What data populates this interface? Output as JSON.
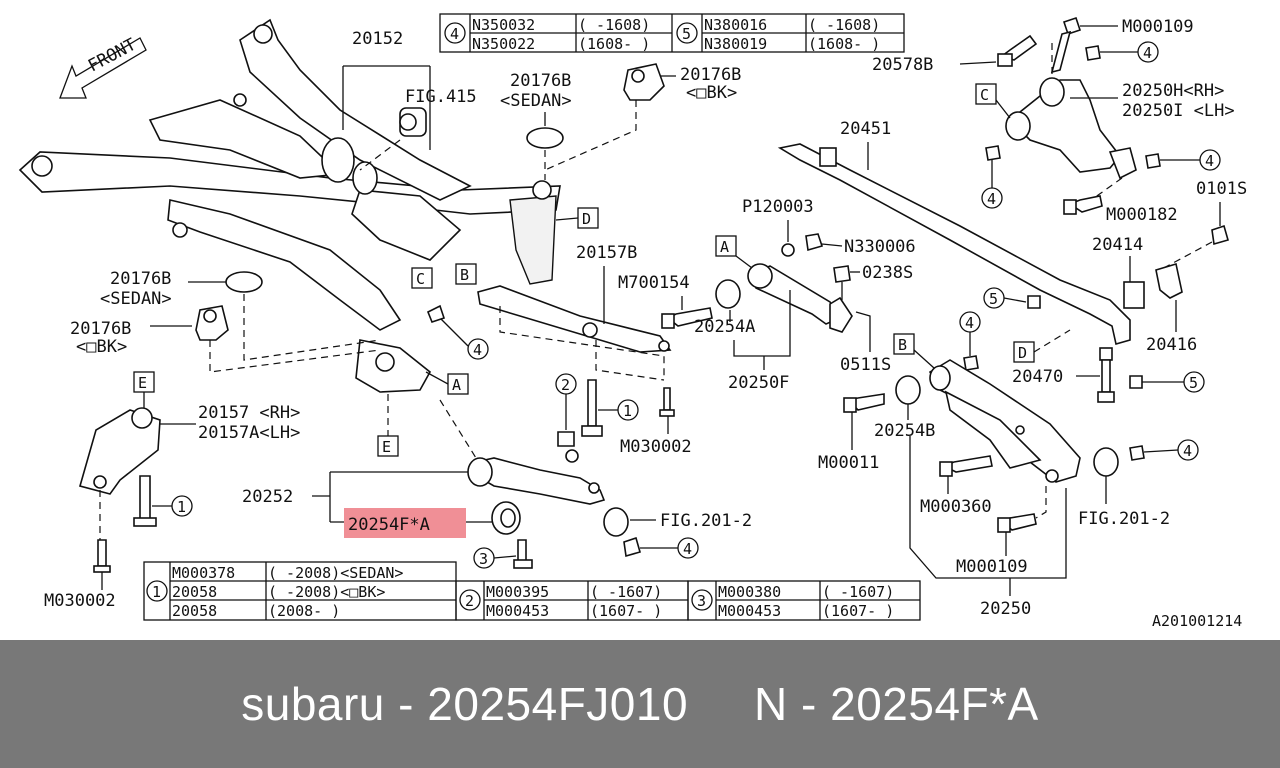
{
  "diagram": {
    "direction_label": "FRONT",
    "ref_code": "A201001214",
    "callouts": {
      "c20152": "20152",
      "fig415": "FIG.415",
      "c20176b_1": "20176B",
      "sedan_1": "<SEDAN>",
      "c20176b_2": "20176B",
      "obk_2": "<□BK>",
      "c20176b_3": "20176B",
      "sedan_3": "<SEDAN>",
      "c20176b_4": "20176B",
      "obk_4": "<□BK>",
      "c20157b": "20157B",
      "m700154": "M700154",
      "c20254a": "20254A",
      "c20250f": "20250F",
      "m030002_mid": "M030002",
      "c20157": "20157 <RH>",
      "c20157a": "20157A<LH>",
      "c20252": "20252",
      "c20254fa": "20254F*A",
      "fig201_a": "FIG.201-2",
      "fig201_b": "FIG.201-2",
      "m030002_left": "M030002",
      "c20451": "20451",
      "p120003": "P120003",
      "n330006": "N330006",
      "c0238s": "0238S",
      "c0511s": "0511S",
      "c20414": "20414",
      "c0101s": "0101S",
      "c20416": "20416",
      "c20470": "20470",
      "m00011": "M00011",
      "c20254b": "20254B",
      "m000360": "M000360",
      "m000109_b": "M000109",
      "c20250": "20250",
      "m000109_top": "M000109",
      "c20578b": "20578B",
      "c20250h": "20250H<RH>",
      "c20250i": "20250I <LH>",
      "m000182": "M000182"
    },
    "refs": {
      "one": "1",
      "two": "2",
      "three": "3",
      "four": "4",
      "five": "5"
    },
    "boxes": {
      "A": "A",
      "B": "B",
      "C": "C",
      "D": "D",
      "E": "E"
    },
    "top_table": {
      "rows": [
        [
          "N350032",
          "( -1608)",
          "N380016",
          "( -1608)"
        ],
        [
          "N350022",
          "(1608- )",
          "N380019",
          "(1608- )"
        ]
      ]
    },
    "bottom_table": {
      "group1": [
        [
          "M000378",
          "( -2008)<SEDAN>"
        ],
        [
          "20058",
          "( -2008)<□BK>"
        ],
        [
          "20058",
          "(2008- )"
        ]
      ],
      "group2": [
        [
          "M000395",
          "( -1607)"
        ],
        [
          "M000453",
          "(1607- )"
        ]
      ],
      "group3": [
        [
          "M000380",
          "( -1607)"
        ],
        [
          "M000453",
          "(1607- )"
        ]
      ]
    }
  },
  "footer": {
    "brand": "subaru",
    "part_number": "20254FJ010",
    "part_name": "N - 20254F*A",
    "separator": " - "
  }
}
